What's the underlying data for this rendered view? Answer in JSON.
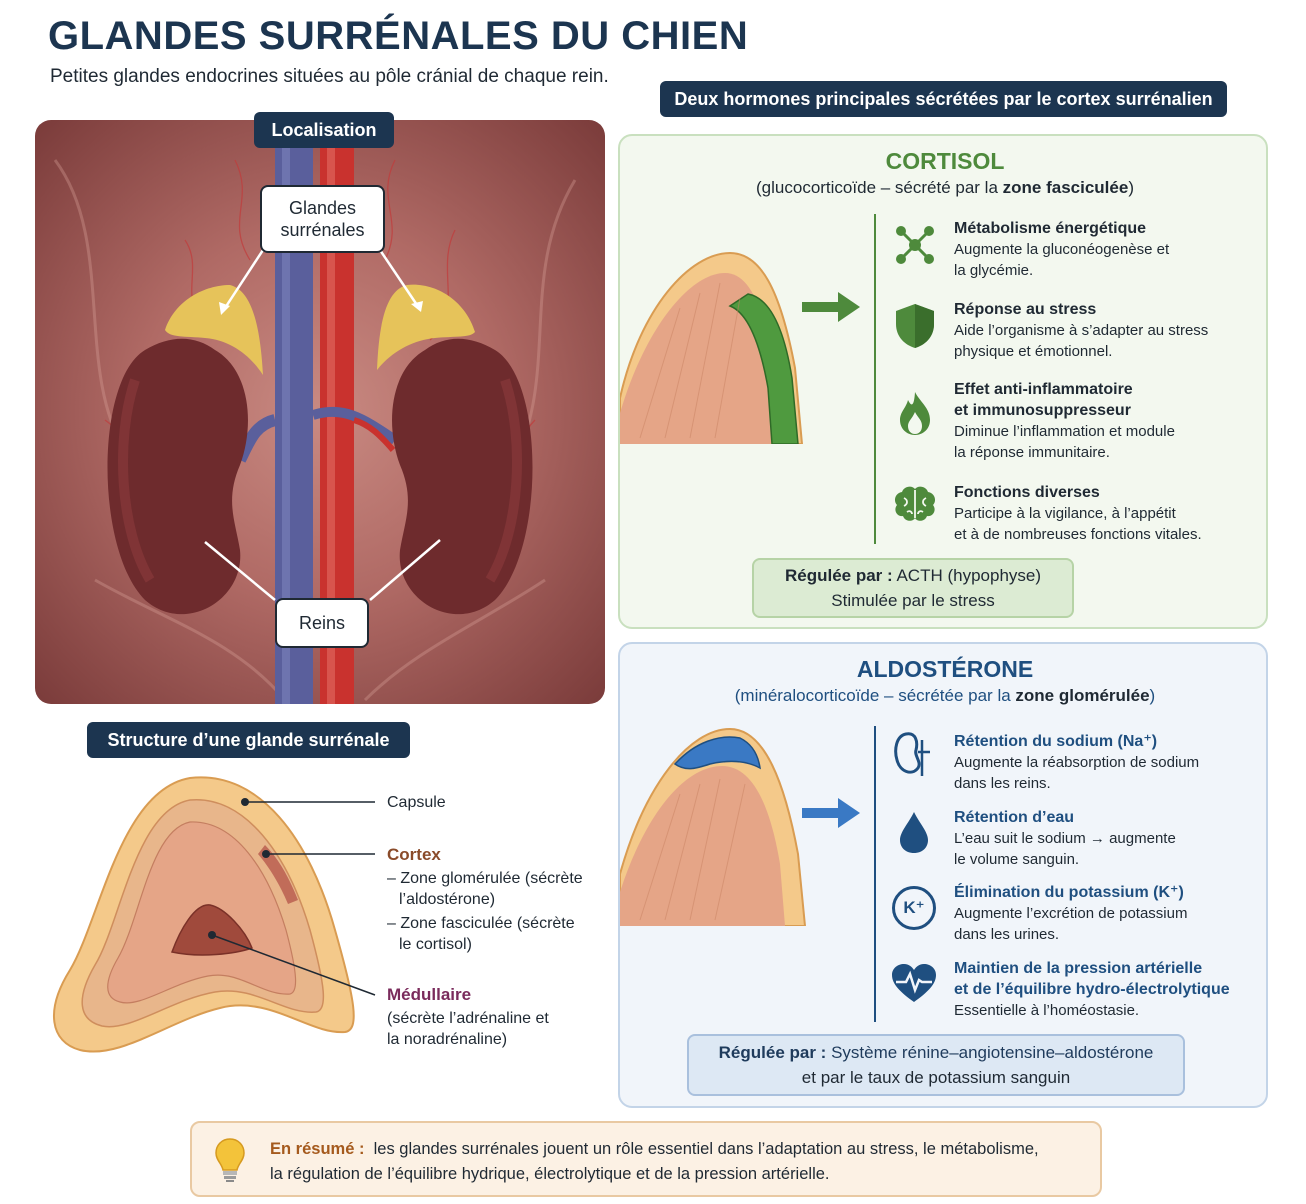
{
  "title": "GLANDES SURRÉNALES DU CHIEN",
  "subtitle": "Petites glandes endocrines situées au pôle cránial de chaque rein.",
  "localisation": {
    "header": "Localisation",
    "glands_label_line1": "Glandes",
    "glands_label_line2": "surrénales",
    "kidneys_label": "Reins"
  },
  "structure": {
    "header": "Structure d’une glande surrénale",
    "capsule": "Capsule",
    "cortex_title": "Cortex",
    "cortex_line1": "– Zone glomérulée (sécrète",
    "cortex_line2": "l’aldostérone)",
    "cortex_line3": "– Zone fasciculée (sécrète",
    "cortex_line4": "le cortisol)",
    "medulla_title": "Médullaire",
    "medulla_line1": "(sécrète l’adrénaline et",
    "medulla_line2": "la noradrénaline)"
  },
  "hormones_header": "Deux hormones principales sécrétées par le cortex surrénalien",
  "cortisol": {
    "title": "CORTISOL",
    "subtitle_pre": "(glucocorticoïde – sécrété par la ",
    "subtitle_bold": "zone fasciculée",
    "subtitle_post": ")",
    "color": "#4e8a3c",
    "items": [
      {
        "icon": "molecule-icon",
        "title": "Métabolisme énergétique",
        "line1": "Augmente la gluconéogenèse et",
        "line2": "la glycémie."
      },
      {
        "icon": "shield-icon",
        "title": "Réponse au stress",
        "line1": "Aide l’organisme à s’adapter au stress",
        "line2": "physique et émotionnel."
      },
      {
        "icon": "flame-icon",
        "title": "Effet anti-inflammatoire",
        "title2": "et immunosuppresseur",
        "line1": "Diminue l’inflammation et module",
        "line2": "la réponse immunitaire."
      },
      {
        "icon": "brain-icon",
        "title": "Fonctions diverses",
        "line1": "Participe à la vigilance, à l’appétit",
        "line2": "et à de nombreuses fonctions vitales."
      }
    ],
    "regulation_label": "Régulée par :",
    "regulation_value": "ACTH (hypophyse)",
    "regulation_line2": "Stimulée par le stress"
  },
  "aldosterone": {
    "title": "ALDOSTÉRONE",
    "subtitle_pre": "(minéralocorticoïde – sécrétée par la ",
    "subtitle_bold": "zone glomérulée",
    "subtitle_post": ")",
    "color": "#1f4f80",
    "items": [
      {
        "icon": "kidney-icon",
        "title": "Rétention du sodium (Na⁺)",
        "line1": "Augmente la réabsorption de sodium",
        "line2": "dans les reins."
      },
      {
        "icon": "water-drop-icon",
        "title": "Rétention d’eau",
        "line1": "L’eau suit le sodium → augmente",
        "line2": "le volume sanguin."
      },
      {
        "icon": "potassium-icon",
        "title": "Élimination du potassium (K⁺)",
        "line1": "Augmente l’excrétion de potassium",
        "line2": "dans les urines."
      },
      {
        "icon": "heart-pulse-icon",
        "title": "Maintien de la pression artérielle",
        "title2": "et de l’équilibre hydro-électrolytique",
        "line1": "Essentielle à l’homéostasie."
      }
    ],
    "potassium_symbol": "K⁺",
    "regulation_label": "Régulée par :",
    "regulation_value": "Système rénine–angiotensine–aldostérone",
    "regulation_line2": "et par le taux de potassium sanguin"
  },
  "summary": {
    "label": "En résumé :",
    "line1": "les glandes surrénales jouent un rôle essentiel dans l’adaptation au stress, le métabolisme,",
    "line2": "la régulation de l’équilibre hydrique, électrolytique et de la pression artérielle."
  }
}
